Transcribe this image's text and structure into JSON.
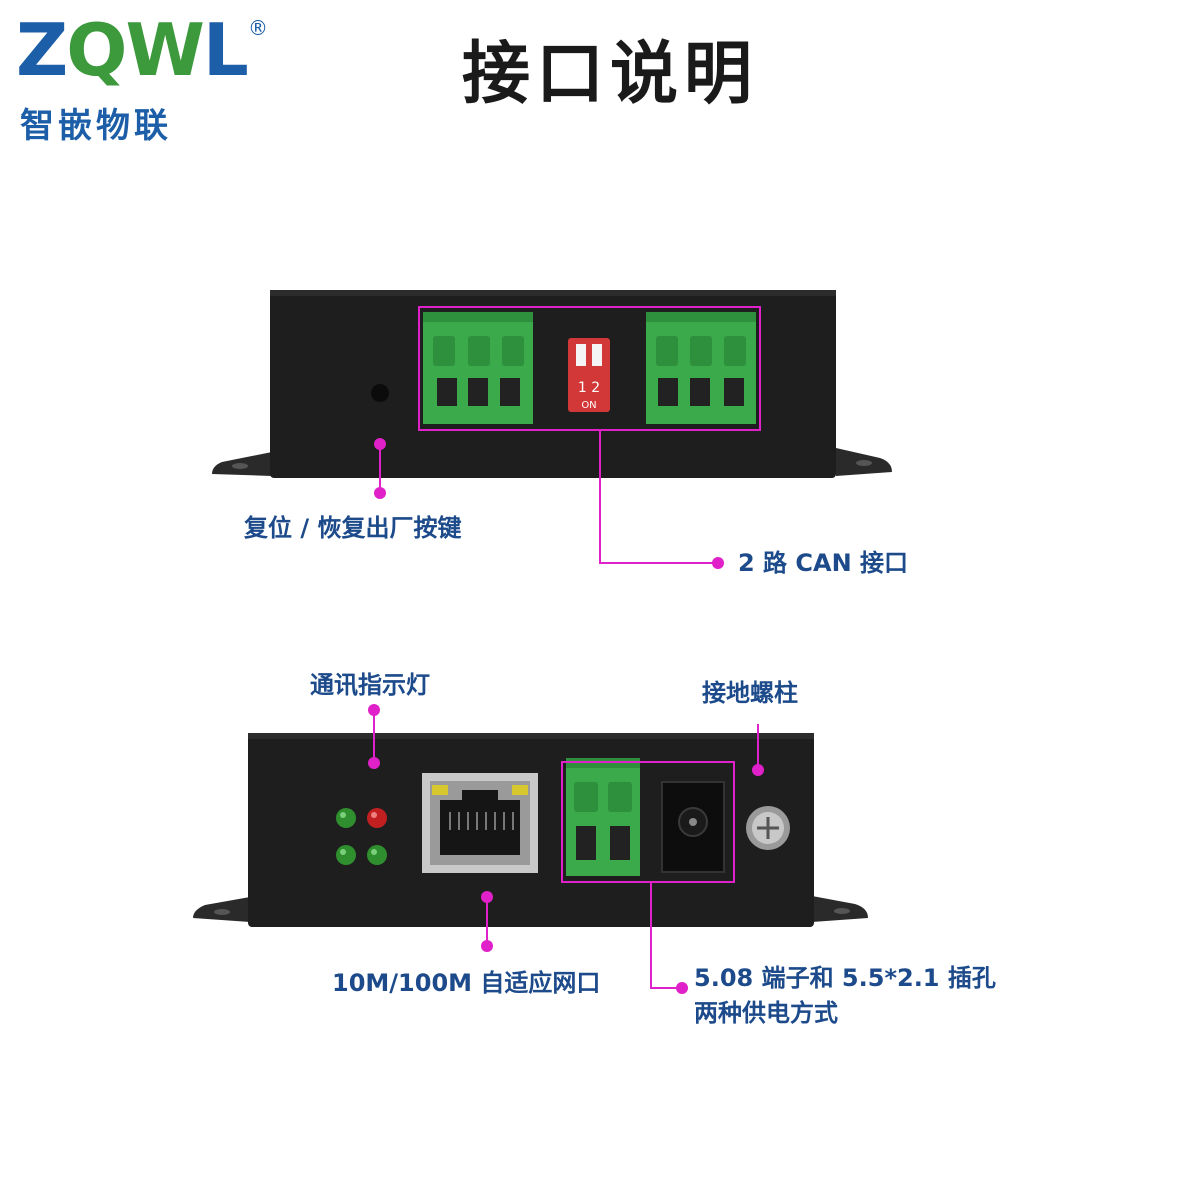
{
  "brand": {
    "logo_text": "ZQWL",
    "registered_mark": "®",
    "chinese_name": "智嵌物联",
    "colors": {
      "blue": "#1c5ea8",
      "green": "#3c9a3c"
    }
  },
  "title": "接口说明",
  "top_panel": {
    "dip_switch_numbers": "1 2",
    "dip_switch_on": "ON",
    "callouts": {
      "reset": "复位 / 恢复出厂按键",
      "can": "2 路 CAN 接口"
    }
  },
  "bottom_panel": {
    "callouts": {
      "leds": "通讯指示灯",
      "ground": "接地螺柱",
      "ethernet": "10M/100M 自适应网口",
      "power_line1": "5.08 端子和 5.5*2.1 插孔",
      "power_line2": "两种供电方式"
    }
  },
  "colors": {
    "callout_line": "#e020c8",
    "device_body": "#1e1e1e",
    "terminal": "#3aaa4a",
    "label_text": "#1c4a8a"
  }
}
